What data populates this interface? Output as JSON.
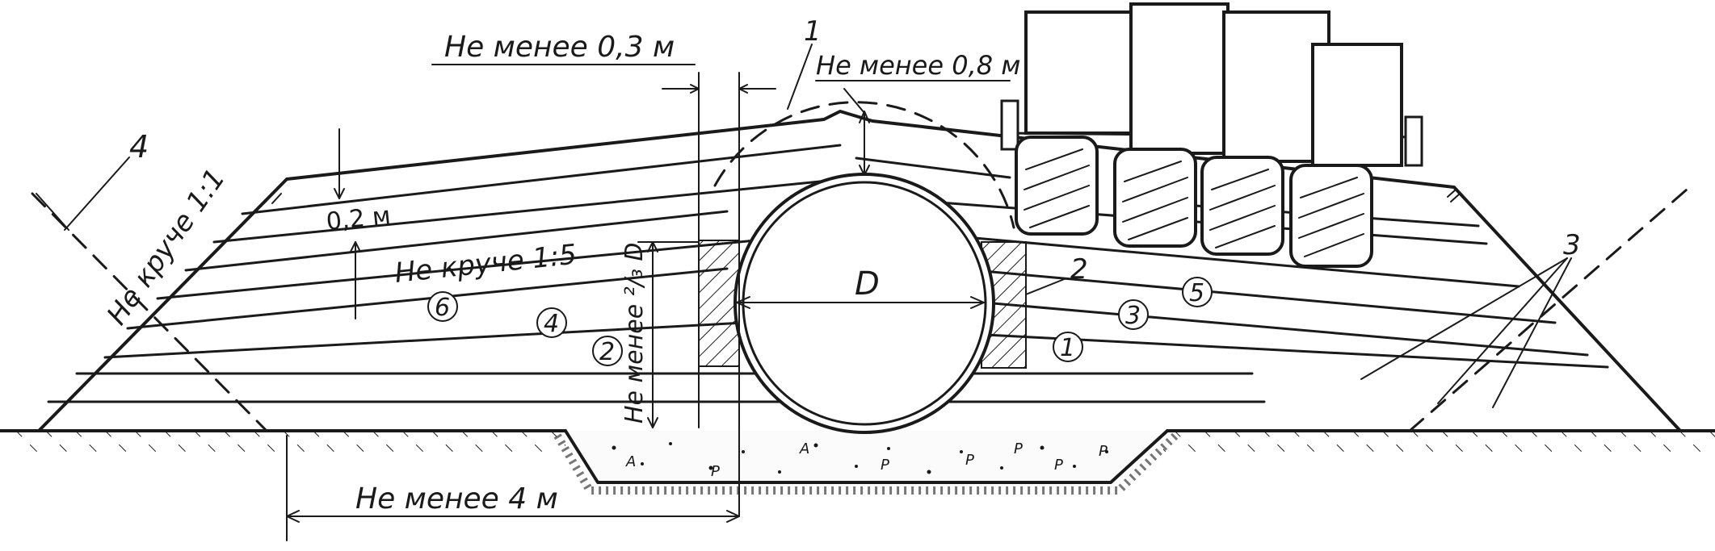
{
  "labels": {
    "min_0_3": "Не менее 0,3 м",
    "min_0_8": "Не менее 0,8 м",
    "dim_0_2": "0,2 м",
    "slope_1_5": "Не круче 1:5",
    "slope_1_1": "Не круче 1:1",
    "height_2_3": "Не менее ²/₃ D",
    "diameter": "D",
    "min_4": "Не менее 4 м"
  },
  "callouts": {
    "c1": "1",
    "c2": "2",
    "c3": "3",
    "c4": "4"
  },
  "layers": {
    "l1": "1",
    "l2": "2",
    "l3": "3",
    "l4": "4",
    "l5": "5",
    "l6": "6"
  }
}
